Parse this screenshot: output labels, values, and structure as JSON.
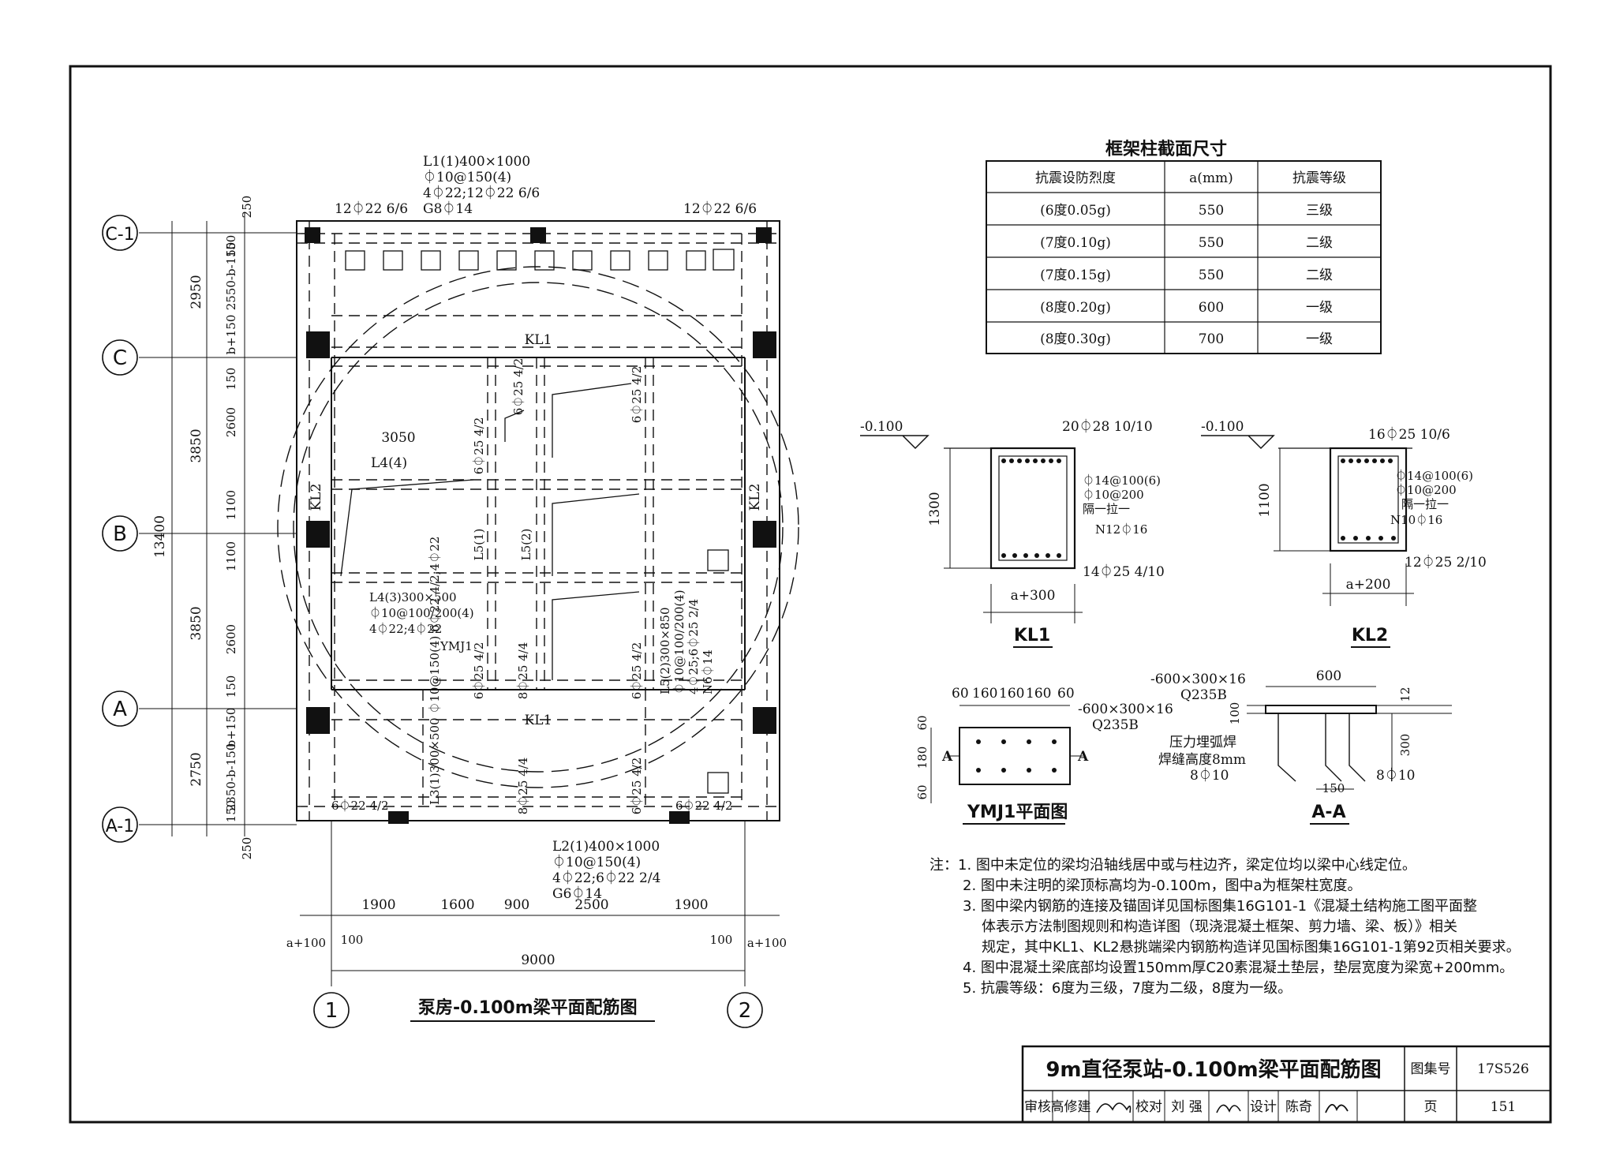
{
  "plan": {
    "title": "泵房-0.100m梁平面配筋图",
    "axes_rows": [
      "C-1",
      "C",
      "B",
      "A",
      "A-1"
    ],
    "axes_cols": [
      "1",
      "2"
    ],
    "dims_left_outer": [
      "2950",
      "3850",
      "3850",
      "2750"
    ],
    "dim_total": "13400",
    "dims_left_inner": [
      "250",
      "150",
      "2550-b-150",
      "b+150",
      "150",
      "2600",
      "1100",
      "1100",
      "2600",
      "150",
      "b+150",
      "2350-b-150",
      "150",
      "250"
    ],
    "dims_bottom": [
      "1900",
      "1600",
      "900",
      "2500",
      "1900"
    ],
    "dim_bottom_total": "9000",
    "dim_bottom_side": [
      "a+100",
      "100",
      "100",
      "a+100"
    ],
    "beam_L1": [
      "L1(1)400×1000",
      "⏀10@150(4)",
      "4⏀22;12⏀22 6/6",
      "G8⏀14"
    ],
    "rebar_top_left": "12⏀22 6/6",
    "rebar_top_right": "12⏀22 6/6",
    "beam_L2": [
      "L2(1)400×1000",
      "⏀10@150(4)",
      "4⏀22;6⏀22 2/4",
      "G6⏀14"
    ],
    "kl1": "KL1",
    "kl2": "KL2",
    "l4_top": "L4(4)",
    "dim_3050": "3050",
    "beam_L4": [
      "L4(3)300×500",
      "⏀10@100/200(4)",
      "4⏀22;4⏀22"
    ],
    "ymj1": "YMJ1",
    "l5_1": "L5(1)",
    "l5_2": "L5(2)",
    "beam_L5": [
      "L5(2)300×850",
      "⏀10@100/200(4)",
      "4⏀25;6⏀25 2/4",
      "N6⏀14"
    ],
    "beam_L3": "L3(1)300×500 ⏀10@150(4) 6⏀22 4/2;4⏀22",
    "bar_625": "6⏀25 4/2",
    "bar_825": "8⏀25 4/4",
    "bar_622": "6⏀22 4/2"
  },
  "table": {
    "title": "框架柱截面尺寸",
    "headers": [
      "抗震设防烈度",
      "a(mm)",
      "抗震等级"
    ],
    "rows": [
      [
        "(6度0.05g)",
        "550",
        "三级"
      ],
      [
        "(7度0.10g)",
        "550",
        "二级"
      ],
      [
        "(7度0.15g)",
        "550",
        "二级"
      ],
      [
        "(8度0.20g)",
        "600",
        "一级"
      ],
      [
        "(8度0.30g)",
        "700",
        "一级"
      ]
    ]
  },
  "kl1_section": {
    "label": "KL1",
    "elev": "-0.100",
    "top_bar": "20⏀28 10/10",
    "stirrup": "⏀14@100(6)",
    "tie": "⏀10@200",
    "tie_note": "隔一拉一",
    "side": "N12⏀16",
    "bottom": "14⏀25 4/10",
    "height": "1300",
    "width": "a+300"
  },
  "kl2_section": {
    "label": "KL2",
    "elev": "-0.100",
    "top_bar": "16⏀25 10/6",
    "stirrup": "⏀14@100(6)",
    "tie": "⏀10@200",
    "tie_note": "隔一拉一",
    "side": "N10⏀16",
    "bottom": "12⏀25 2/10",
    "height": "1100",
    "width": "a+200"
  },
  "ymj1": {
    "label": "YMJ1平面图",
    "dims_top": [
      "60",
      "160",
      "160",
      "160",
      "60"
    ],
    "dims_side": [
      "60",
      "180",
      "60"
    ],
    "plate": "-600×300×16",
    "steel": "Q235B",
    "cut": "A"
  },
  "aa": {
    "label": "A-A",
    "plate": "-600×300×16",
    "steel": "Q235B",
    "width": "600",
    "d100": "100",
    "d12": "12",
    "d300": "300",
    "weld": "压力埋弧焊",
    "weld_h": "焊缝高度8mm",
    "bars_l": "8⏀10",
    "bars_r": "8⏀10",
    "d150": "150"
  },
  "notes": [
    "注：1. 图中未定位的梁均沿轴线居中或与柱边齐，梁定位均以梁中心线定位。",
    "2. 图中未注明的梁顶标高均为-0.100m，图中a为框架柱宽度。",
    "3. 图中梁内钢筋的连接及锚固详见国标图集16G101-1《混凝土结构施工图平面整",
    "体表示方法制图规则和构造详图（现浇混凝土框架、剪力墙、梁、板）》相关",
    "规定，其中KL1、KL2悬挑端梁内钢筋构造详见国标图集16G101-1第92页相关要求。",
    "4. 图中混凝土梁底部均设置150mm厚C20素混凝土垫层，垫层宽度为梁宽+200mm。",
    "5. 抗震等级：6度为三级，7度为二级，8度为一级。"
  ],
  "titleblock": {
    "title": "9m直径泵站-0.100m梁平面配筋图",
    "atlas_label": "图集号",
    "atlas_no": "17S526",
    "review_label": "审核",
    "review_name": "高修建",
    "check_label": "校对",
    "check_name": "刘 强",
    "design_label": "设计",
    "design_name": "陈奇",
    "page_label": "页",
    "page_no": "151"
  }
}
